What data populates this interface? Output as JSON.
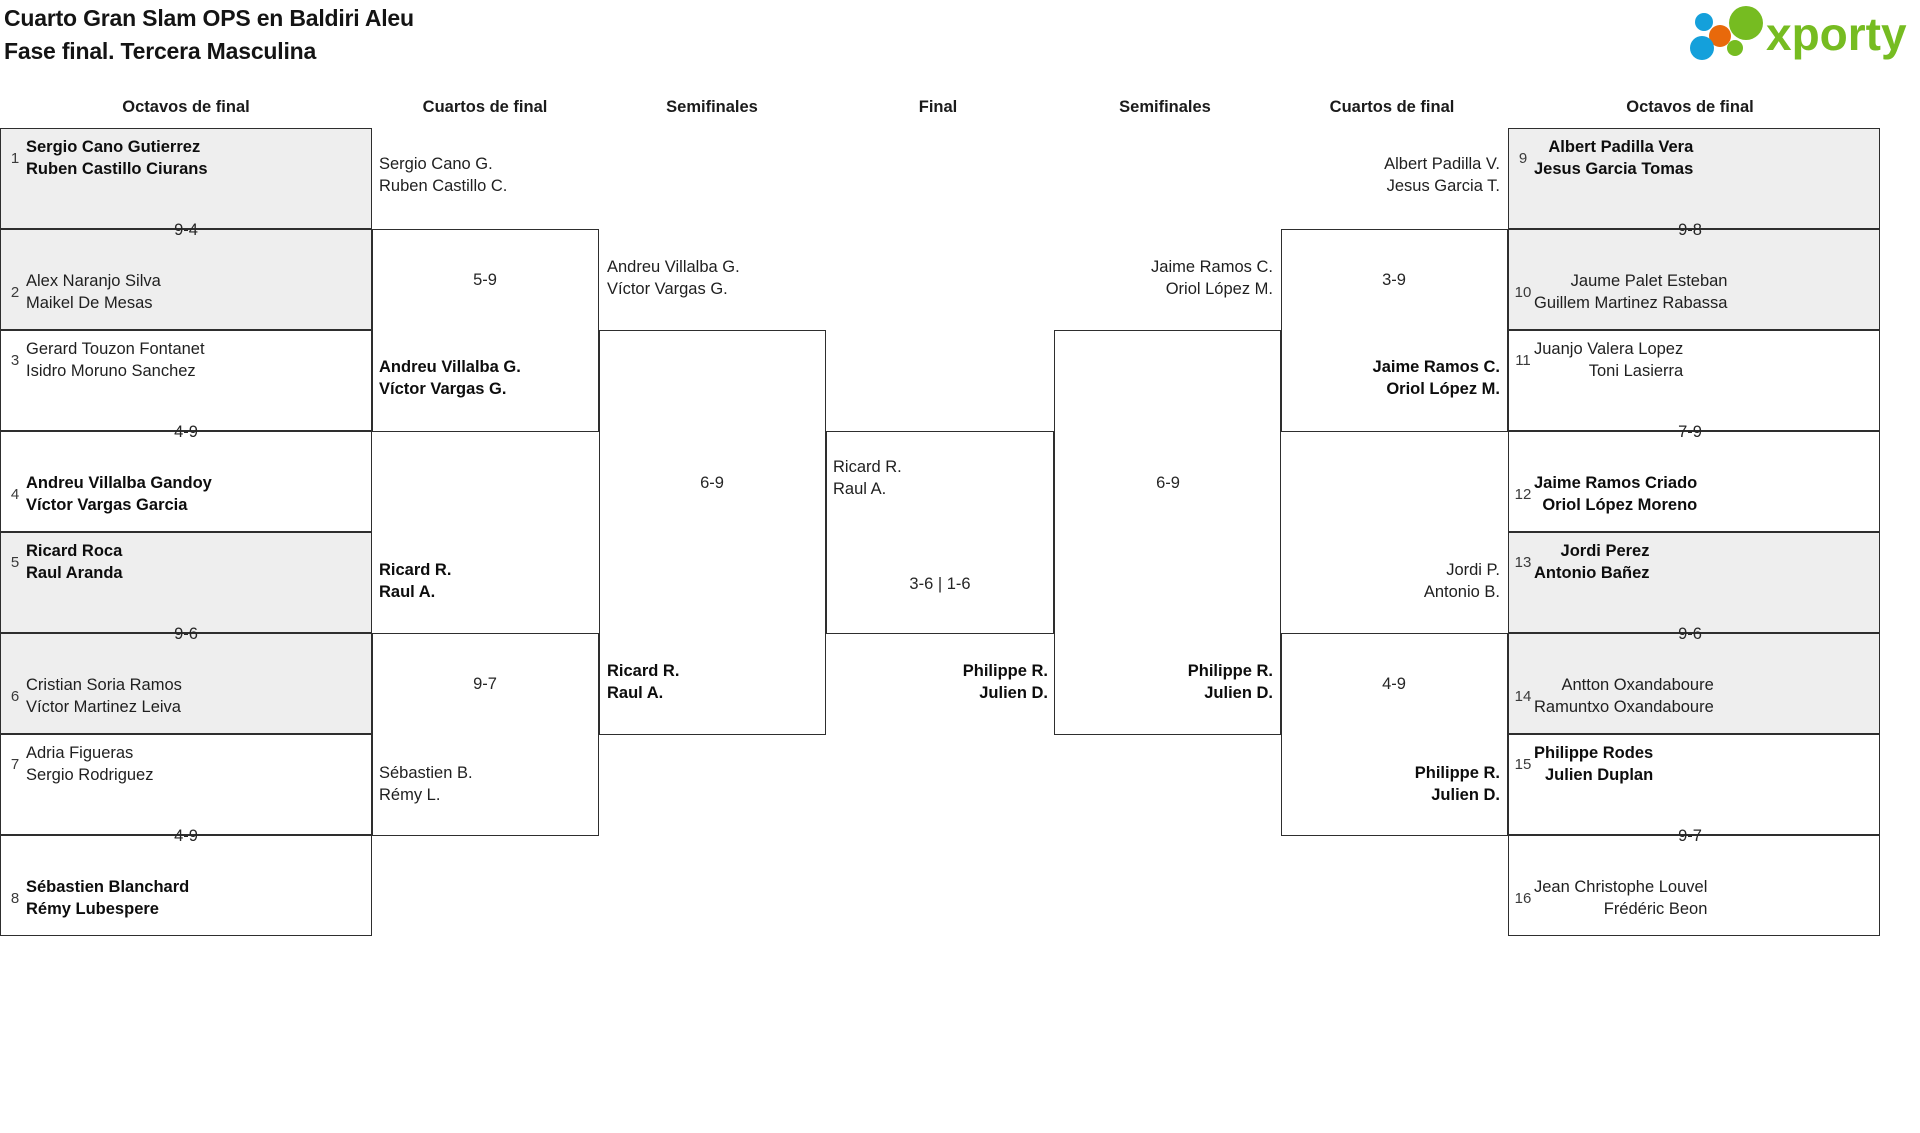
{
  "header": {
    "title_line1": "Cuarto Gran Slam OPS en Baldiri Aleu",
    "title_line2": "Fase final. Tercera Masculina",
    "logo_text": "xporty",
    "logo_colors": {
      "green": "#76bc21",
      "blue": "#14a0db",
      "orange": "#e8690b"
    }
  },
  "round_headings": {
    "left_octavos": "Octavos de final",
    "left_cuartos": "Cuartos de final",
    "left_semis": "Semifinales",
    "final": "Final",
    "right_semis": "Semifinales",
    "right_cuartos": "Cuartos de final",
    "right_octavos": "Octavos de final"
  },
  "left_octavos": [
    {
      "seed": "1",
      "p1": "Sergio Cano Gutierrez",
      "p2": "Ruben Castillo Ciurans",
      "winner": true,
      "shaded": true
    },
    {
      "seed": "2",
      "p1": "Alex Naranjo Silva",
      "p2": "Maikel De Mesas",
      "winner": false,
      "shaded": true
    },
    {
      "seed": "3",
      "p1": "Gerard Touzon Fontanet",
      "p2": "Isidro Moruno Sanchez",
      "winner": false,
      "shaded": false
    },
    {
      "seed": "4",
      "p1": "Andreu Villalba Gandoy",
      "p2": "Víctor Vargas Garcia",
      "winner": true,
      "shaded": false
    },
    {
      "seed": "5",
      "p1": "Ricard Roca",
      "p2": "Raul Aranda",
      "winner": true,
      "shaded": true
    },
    {
      "seed": "6",
      "p1": "Cristian Soria Ramos",
      "p2": "Víctor Martinez Leiva",
      "winner": false,
      "shaded": true
    },
    {
      "seed": "7",
      "p1": "Adria Figueras",
      "p2": "Sergio Rodriguez",
      "winner": false,
      "shaded": false
    },
    {
      "seed": "8",
      "p1": "Sébastien Blanchard",
      "p2": "Rémy Lubespere",
      "winner": true,
      "shaded": false
    }
  ],
  "left_octavos_scores": [
    "9-4",
    "4-9",
    "9-6",
    "4-9"
  ],
  "right_octavos": [
    {
      "seed": "9",
      "p1": "Albert Padilla Vera",
      "p2": "Jesus Garcia Tomas",
      "winner": true,
      "shaded": true
    },
    {
      "seed": "10",
      "p1": "Jaume Palet Esteban",
      "p2": "Guillem Martinez Rabassa",
      "winner": false,
      "shaded": true
    },
    {
      "seed": "11",
      "p1": "Juanjo Valera Lopez",
      "p2": "Toni Lasierra",
      "winner": false,
      "shaded": false
    },
    {
      "seed": "12",
      "p1": "Jaime Ramos Criado",
      "p2": "Oriol López Moreno",
      "winner": true,
      "shaded": false
    },
    {
      "seed": "13",
      "p1": "Jordi Perez",
      "p2": "Antonio Bañez",
      "winner": true,
      "shaded": true
    },
    {
      "seed": "14",
      "p1": "Antton Oxandaboure",
      "p2": "Ramuntxo Oxandaboure",
      "winner": false,
      "shaded": true
    },
    {
      "seed": "15",
      "p1": "Philippe Rodes",
      "p2": "Julien Duplan",
      "winner": true,
      "shaded": false
    },
    {
      "seed": "16",
      "p1": "Jean Christophe Louvel",
      "p2": "Frédéric Beon",
      "winner": false,
      "shaded": false
    }
  ],
  "right_octavos_scores": [
    "9-8",
    "7-9",
    "9-6",
    "9-7"
  ],
  "left_cuartos": [
    {
      "p1": "Sergio Cano G.",
      "p2": "Ruben Castillo C.",
      "winner": false
    },
    {
      "p1": "Andreu Villalba G.",
      "p2": "Víctor Vargas G.",
      "winner": true
    },
    {
      "p1": "Ricard R.",
      "p2": "Raul A.",
      "winner": true
    },
    {
      "p1": "Sébastien B.",
      "p2": "Rémy L.",
      "winner": false
    }
  ],
  "left_cuartos_scores": [
    "5-9",
    "9-7"
  ],
  "right_cuartos": [
    {
      "p1": "Albert Padilla V.",
      "p2": "Jesus Garcia T.",
      "winner": false
    },
    {
      "p1": "Jaime Ramos C.",
      "p2": "Oriol López M.",
      "winner": true
    },
    {
      "p1": "Jordi P.",
      "p2": "Antonio B.",
      "winner": false
    },
    {
      "p1": "Philippe R.",
      "p2": "Julien D.",
      "winner": true
    }
  ],
  "right_cuartos_scores": [
    "3-9",
    "4-9"
  ],
  "left_semis": [
    {
      "p1": "Andreu Villalba G.",
      "p2": "Víctor Vargas G.",
      "winner": false
    },
    {
      "p1": "Ricard R.",
      "p2": "Raul A.",
      "winner": true
    }
  ],
  "left_semis_score": "6-9",
  "right_semis": [
    {
      "p1": "Jaime Ramos C.",
      "p2": "Oriol López M.",
      "winner": false
    },
    {
      "p1": "Philippe R.",
      "p2": "Julien D.",
      "winner": true
    }
  ],
  "right_semis_score": "6-9",
  "final": {
    "top": {
      "p1": "Ricard R.",
      "p2": "Raul A.",
      "winner": false
    },
    "bottom": {
      "p1": "Philippe R.",
      "p2": "Julien D.",
      "winner": true
    },
    "score": "3-6 | 1-6"
  }
}
